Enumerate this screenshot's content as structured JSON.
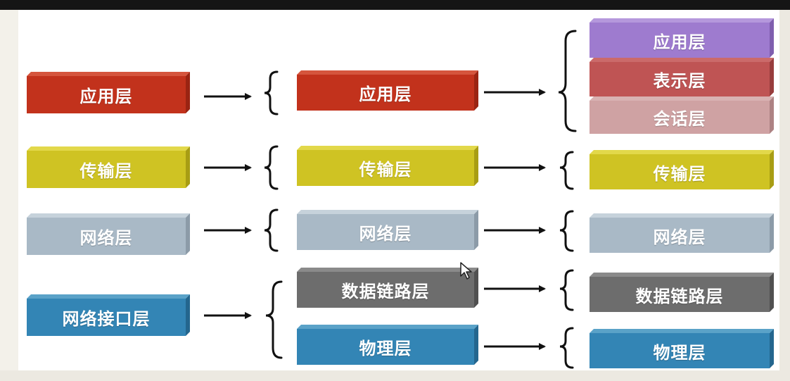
{
  "column1": [
    {
      "id": "app",
      "label": "应用层",
      "color": "#c2321c"
    },
    {
      "id": "transport",
      "label": "传输层",
      "color": "#cfc323"
    },
    {
      "id": "network",
      "label": "网络层",
      "color": "#a9b9c6"
    },
    {
      "id": "netif",
      "label": "网络接口层",
      "color": "#3385b5"
    }
  ],
  "column2": [
    {
      "id": "app",
      "label": "应用层",
      "color": "#c2321c"
    },
    {
      "id": "transport",
      "label": "传输层",
      "color": "#cfc323"
    },
    {
      "id": "network",
      "label": "网络层",
      "color": "#a9b9c6"
    },
    {
      "id": "datalink",
      "label": "数据链路层",
      "color": "#6d6d6d"
    },
    {
      "id": "physical",
      "label": "物理层",
      "color": "#3385b5"
    }
  ],
  "column3": [
    {
      "id": "app",
      "label": "应用层",
      "color": "#9e7bcf"
    },
    {
      "id": "presentation",
      "label": "表示层",
      "color": "#bf5454"
    },
    {
      "id": "session",
      "label": "会话层",
      "color": "#cfa2a3"
    },
    {
      "id": "transport",
      "label": "传输层",
      "color": "#cfc323"
    },
    {
      "id": "network",
      "label": "网络层",
      "color": "#a9b9c6"
    },
    {
      "id": "datalink",
      "label": "数据链路层",
      "color": "#6d6d6d"
    },
    {
      "id": "physical",
      "label": "物理层",
      "color": "#3385b5"
    }
  ]
}
